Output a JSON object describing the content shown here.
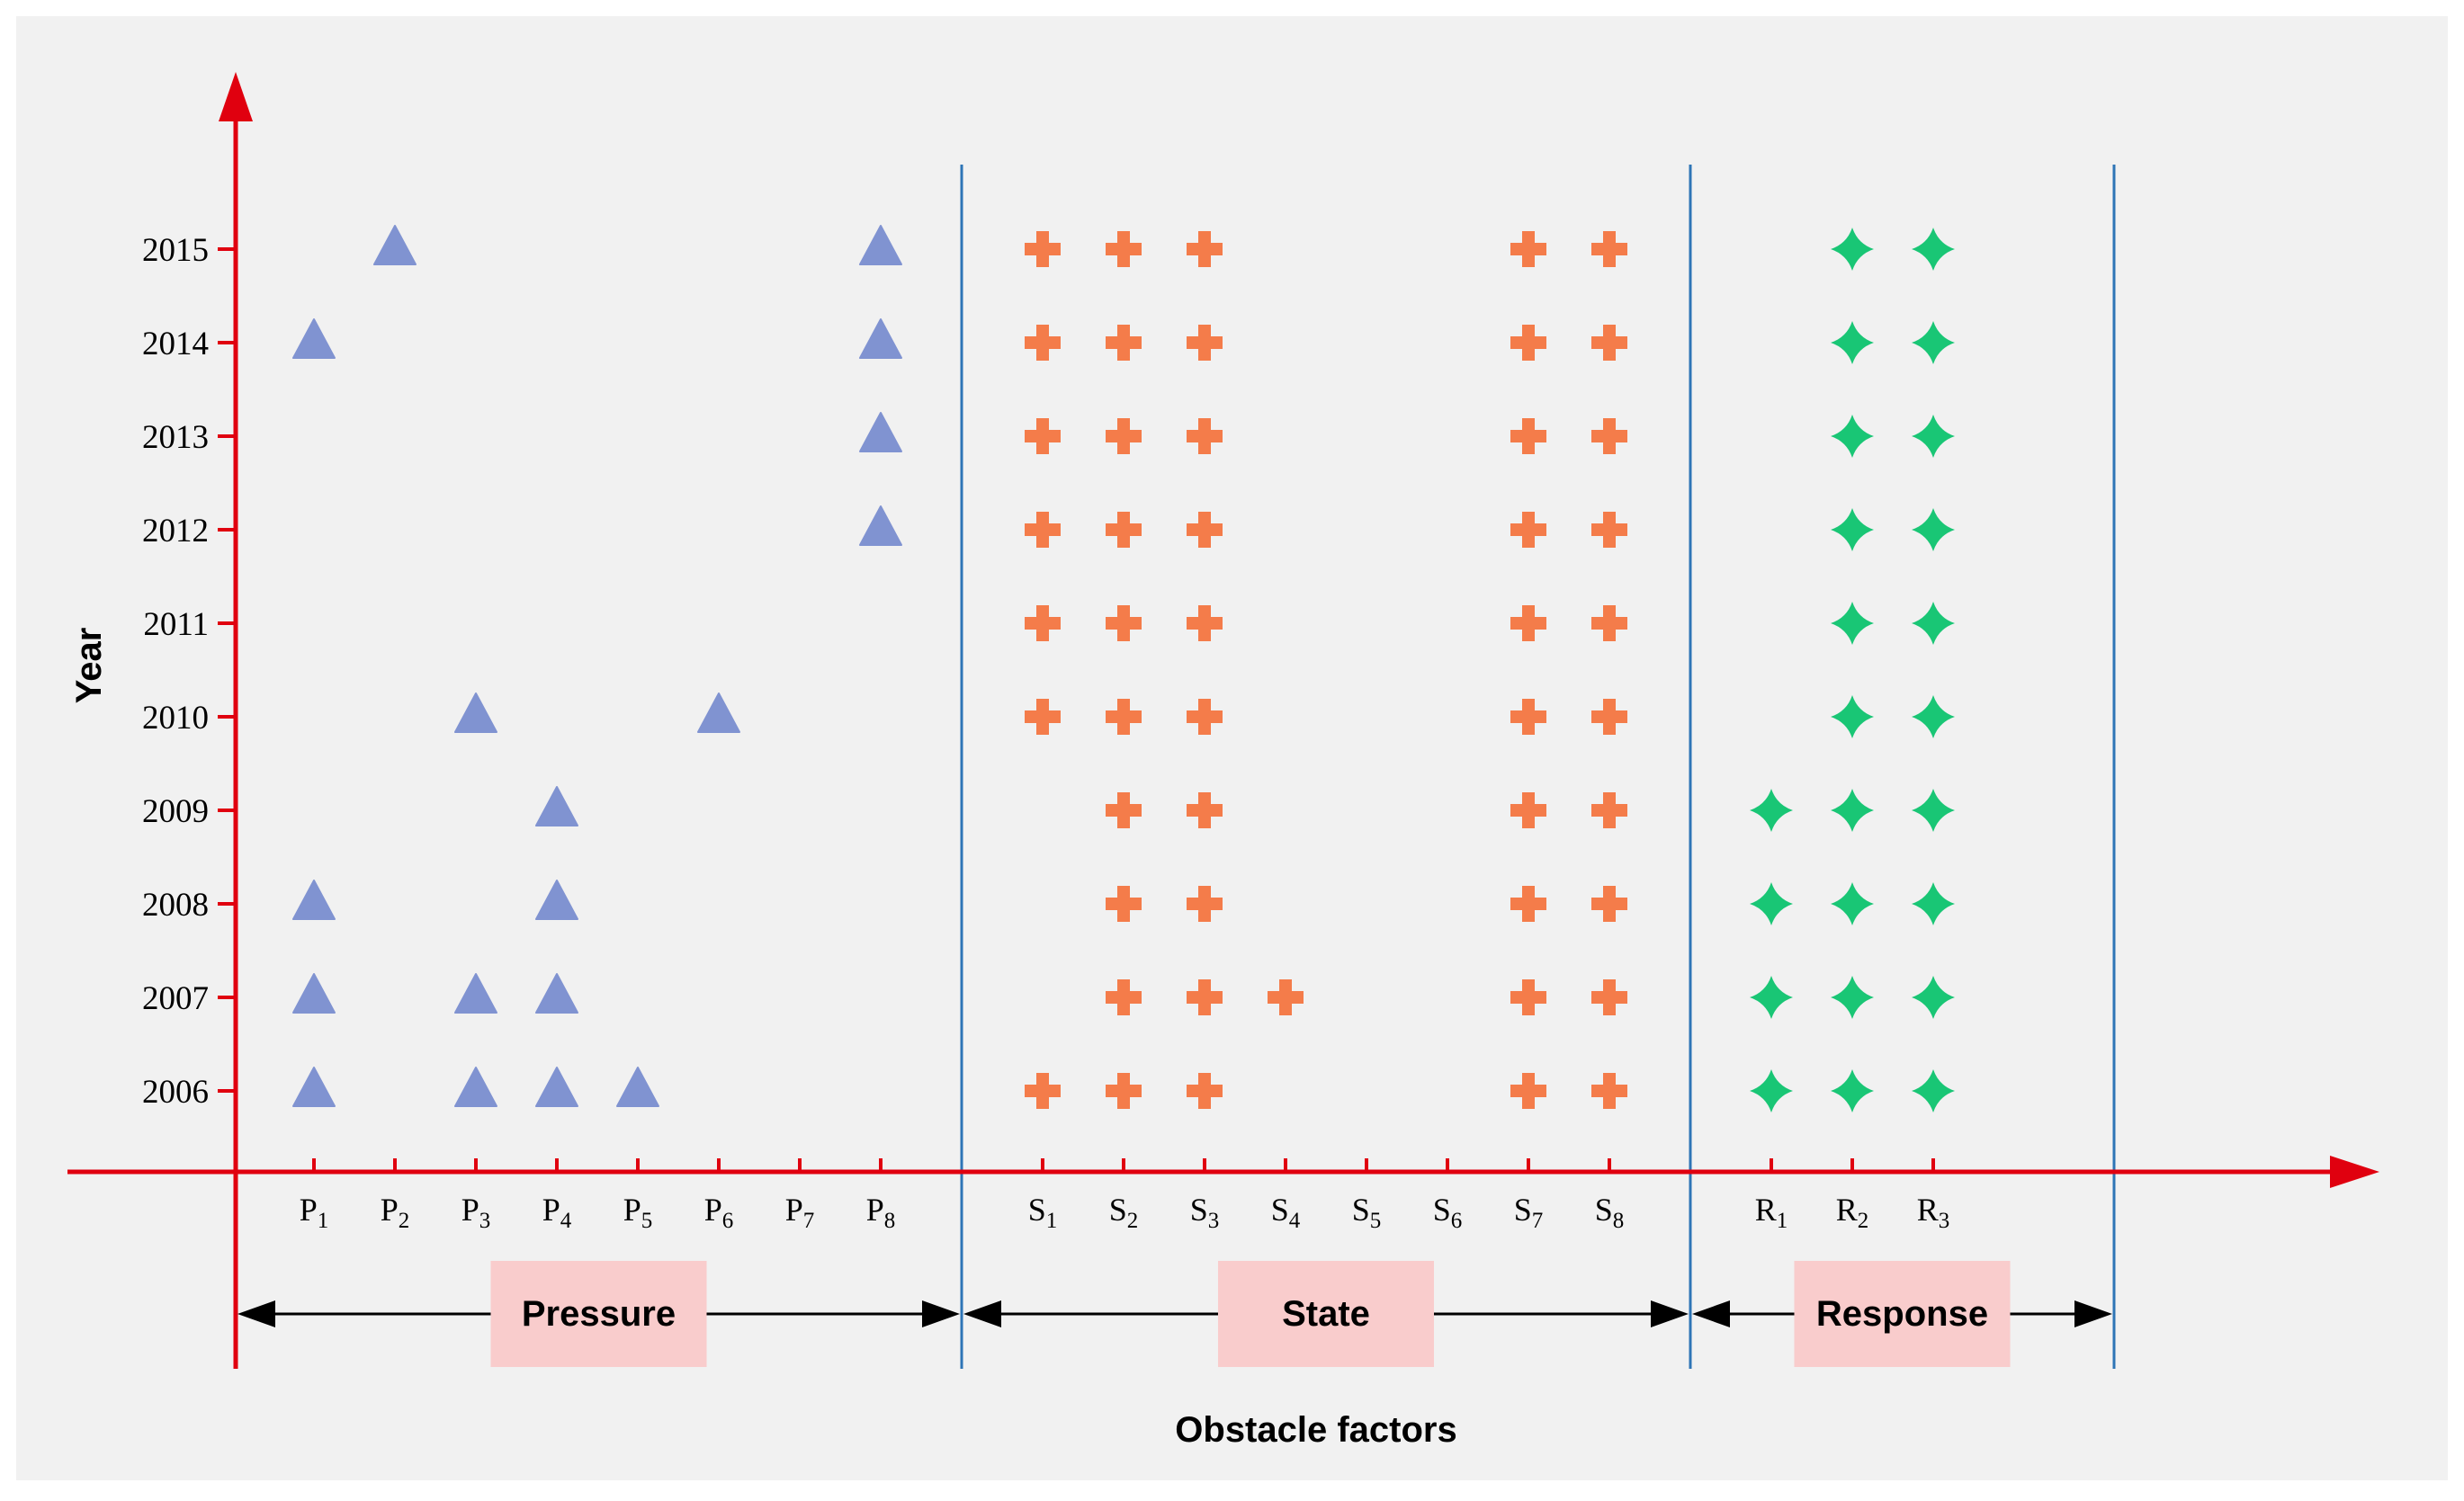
{
  "chart_data": {
    "type": "scatter",
    "title": "",
    "xlabel": "Obstacle factors",
    "ylabel": "Year",
    "y_ticks": [
      "2006",
      "2007",
      "2008",
      "2009",
      "2010",
      "2011",
      "2012",
      "2013",
      "2014",
      "2015"
    ],
    "grid": false,
    "background": "#f1f1f1",
    "axis_color": "#e0000f",
    "divider_color": "#2e75b6",
    "groups": [
      {
        "name": "Pressure",
        "marker": "triangle",
        "color": "#8093d1",
        "categories": [
          {
            "id": "P1",
            "base": "P",
            "sub": "1",
            "years": [
              2006,
              2007,
              2008,
              2014
            ]
          },
          {
            "id": "P2",
            "base": "P",
            "sub": "2",
            "years": [
              2015
            ]
          },
          {
            "id": "P3",
            "base": "P",
            "sub": "3",
            "years": [
              2006,
              2007,
              2010
            ]
          },
          {
            "id": "P4",
            "base": "P",
            "sub": "4",
            "years": [
              2006,
              2007,
              2008,
              2009
            ]
          },
          {
            "id": "P5",
            "base": "P",
            "sub": "5",
            "years": [
              2006
            ]
          },
          {
            "id": "P6",
            "base": "P",
            "sub": "6",
            "years": [
              2010
            ]
          },
          {
            "id": "P7",
            "base": "P",
            "sub": "7",
            "years": []
          },
          {
            "id": "P8",
            "base": "P",
            "sub": "8",
            "years": [
              2012,
              2013,
              2014,
              2015
            ]
          }
        ]
      },
      {
        "name": "State",
        "marker": "plus",
        "color": "#f47c4a",
        "categories": [
          {
            "id": "S1",
            "base": "S",
            "sub": "1",
            "years": [
              2006,
              2010,
              2011,
              2012,
              2013,
              2014,
              2015
            ]
          },
          {
            "id": "S2",
            "base": "S",
            "sub": "2",
            "years": [
              2006,
              2007,
              2008,
              2009,
              2010,
              2011,
              2012,
              2013,
              2014,
              2015
            ]
          },
          {
            "id": "S3",
            "base": "S",
            "sub": "3",
            "years": [
              2006,
              2007,
              2008,
              2009,
              2010,
              2011,
              2012,
              2013,
              2014,
              2015
            ]
          },
          {
            "id": "S4",
            "base": "S",
            "sub": "4",
            "years": [
              2007
            ]
          },
          {
            "id": "S5",
            "base": "S",
            "sub": "5",
            "years": []
          },
          {
            "id": "S6",
            "base": "S",
            "sub": "6",
            "years": []
          },
          {
            "id": "S7",
            "base": "S",
            "sub": "7",
            "years": [
              2006,
              2007,
              2008,
              2009,
              2010,
              2011,
              2012,
              2013,
              2014,
              2015
            ]
          },
          {
            "id": "S8",
            "base": "S",
            "sub": "8",
            "years": [
              2006,
              2007,
              2008,
              2009,
              2010,
              2011,
              2012,
              2013,
              2014,
              2015
            ]
          }
        ]
      },
      {
        "name": "Response",
        "marker": "star4",
        "color": "#19c675",
        "categories": [
          {
            "id": "R1",
            "base": "R",
            "sub": "1",
            "years": [
              2006,
              2007,
              2008,
              2009
            ]
          },
          {
            "id": "R2",
            "base": "R",
            "sub": "2",
            "years": [
              2006,
              2007,
              2008,
              2009,
              2010,
              2011,
              2012,
              2013,
              2014,
              2015
            ]
          },
          {
            "id": "R3",
            "base": "R",
            "sub": "3",
            "years": [
              2006,
              2007,
              2008,
              2009,
              2010,
              2011,
              2012,
              2013,
              2014,
              2015
            ]
          }
        ]
      }
    ]
  }
}
